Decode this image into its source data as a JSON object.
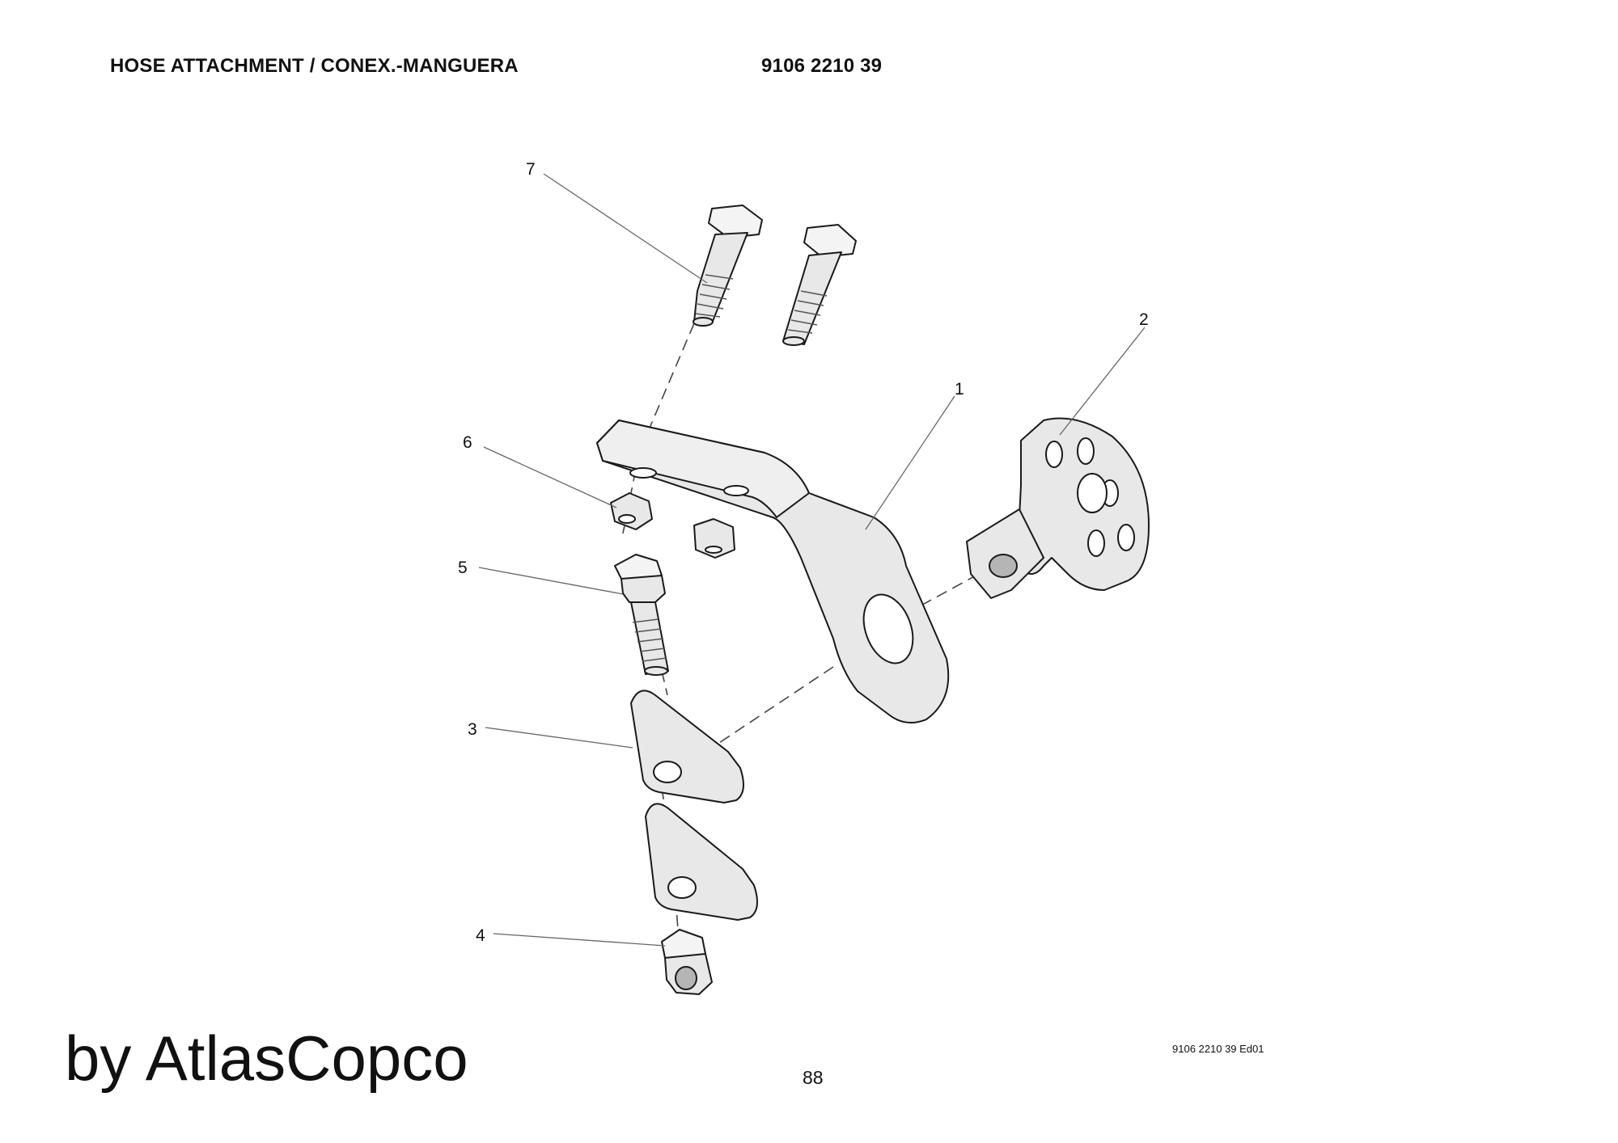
{
  "header": {
    "title": "HOSE ATTACHMENT / CONEX.-MANGUERA",
    "part_number": "9106 2210 39"
  },
  "footer": {
    "brand": "by AtlasCopco",
    "page_number": "88",
    "edition": "9106 2210 39 Ed01"
  },
  "callouts": [
    {
      "id": "1",
      "label": "1"
    },
    {
      "id": "2",
      "label": "2"
    },
    {
      "id": "3",
      "label": "3"
    },
    {
      "id": "4",
      "label": "4"
    },
    {
      "id": "5",
      "label": "5"
    },
    {
      "id": "6",
      "label": "6"
    },
    {
      "id": "7",
      "label": "7"
    }
  ]
}
